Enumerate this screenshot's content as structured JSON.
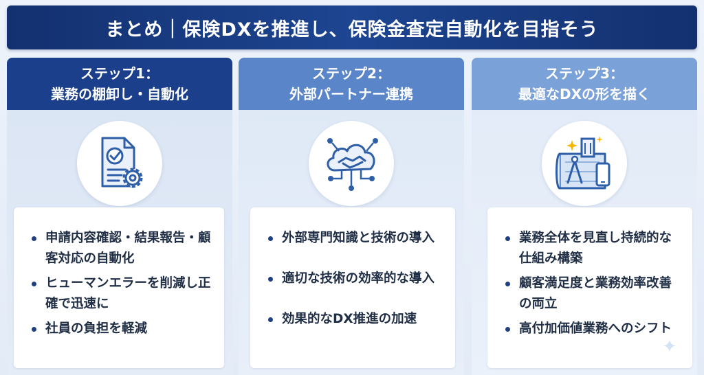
{
  "title": "まとめ｜保険DXを推進し、保険金査定自動化を目指そう",
  "steps": [
    {
      "heading_line1": "ステップ1：",
      "heading_line2": "業務の棚卸し・自動化",
      "icon": "document-check-gear-icon",
      "bullets": [
        "申請内容確認・結果報告・顧客対応の自動化",
        "ヒューマンエラーを削減し正確で迅速に",
        "社員の負担を軽減"
      ]
    },
    {
      "heading_line1": "ステップ2：",
      "heading_line2": "外部パートナー連携",
      "icon": "cloud-handshake-network-icon",
      "bullets": [
        "外部専門知識と技術の導入",
        "適切な技術の効率的な導入",
        "効果的なDX推進の加速"
      ]
    },
    {
      "heading_line1": "ステップ3：",
      "heading_line2": "最適なDXの形を描く",
      "icon": "blueprint-building-phone-icon",
      "bullets": [
        "業務全体を見直し持続的な仕組み構築",
        "顧客満足度と業務効率改善の両立",
        "高付加価値業務へのシフト"
      ]
    }
  ],
  "colors": {
    "title_bg": "#1d4591",
    "step1_header": "#1b3f8a",
    "step2_header": "#5a86c9",
    "step3_header": "#7ba2d8",
    "icon_stroke": "#2f5ea8"
  }
}
